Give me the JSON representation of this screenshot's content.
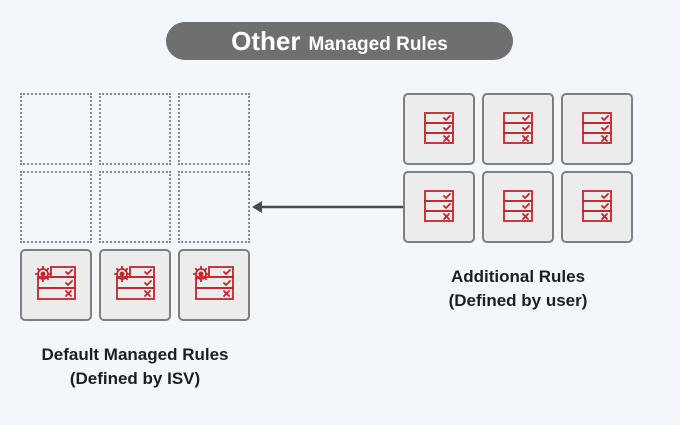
{
  "banner": {
    "title_main": "Other",
    "title_rest": "Managed Rules"
  },
  "left_group": {
    "caption_line1": "Default Managed Rules",
    "caption_line2": "(Defined by ISV)",
    "empty_slot_count": 6,
    "rule_count": 3,
    "icon": "managed-rule-gear-checklist-icon"
  },
  "right_group": {
    "caption_line1": "Additional Rules",
    "caption_line2": "(Defined by user)",
    "rule_count": 6,
    "icon": "rule-checklist-icon"
  },
  "colors": {
    "accent": "#c0272d",
    "banner": "#6f6f6f",
    "tile_border": "#7f7f7f",
    "background": "#f3f6fb"
  }
}
